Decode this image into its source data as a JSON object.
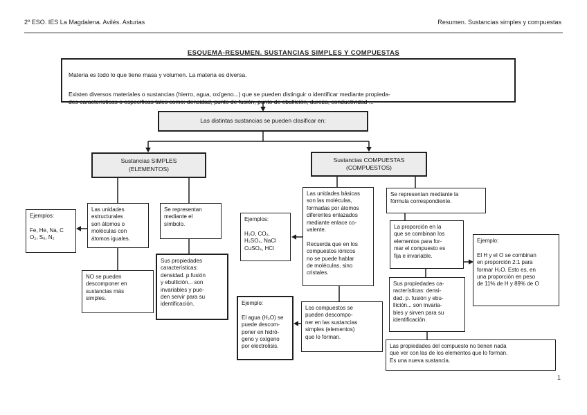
{
  "header": {
    "left": "2º ESO. IES La Magdalena. Avilés. Asturias",
    "right": "Resumen. Sustancias simples y compuestas"
  },
  "title": "ESQUEMA-RESUMEN. SUSTANCIAS SIMPLES Y COMPUESTAS",
  "intro": {
    "para1": "Materia es todo lo que tiene masa y volumen. La materia es diversa.",
    "para2": "Existen diversos materiales o sustancias (hierro, agua, oxígeno...) que se pueden distinguir o identificar mediante propieda-\ndes características o específicas tales como: densidad, punto de fusión, punto de ebullición, dureza, conductividad ..."
  },
  "classification": {
    "label": "Las  distintas sustancias se pueden clasificar en:"
  },
  "simple_branch": {
    "heading": "Sustancias SIMPLES\n(ELEMENTOS)",
    "units": "Las unidades\nestructurales\nson átomos o\nmoléculas con\nátomos iguales.",
    "examples": "Ejemplos:\n\nFe, He, Na, C\nO₂, S₈, N₂",
    "no_decompose": "NO se pueden\ndescomponer en\nsustancias más\nsimples.",
    "symbol": "Se representan\nmediante el\nsímbolo.",
    "properties": "Sus propiedades\ncaracterísticas:\ndensidad. p.fusión\ny ebullición... son\ninvariables y pue-\nden servir para su\nidentificación."
  },
  "compound_branch": {
    "heading": "Sustancias COMPUESTAS\n(COMPUESTOS)",
    "units": "Las unidades básicas\nson las moléculas,\nformadas por átomos\ndiferentes enlazados\nmediante enlace co-\nvalente.\n\nRecuerda que en los\ncompuestos iónicos\nno se puede hablar\nde moléculas, sino\ncristales.",
    "examples": "Ejemplos:\n\nH₂O, CO₂,\nH₂SO₄, NaCl\nCuSO₄, HCl",
    "electrolysis_example": "Ejemplo:\n\nEl agua (H₂O) se\npuede descom-\nponer en hidró-\ngeno y oxígeno\npor electrolisis.",
    "decompose": "Los compuestos se\npueden descompo-\nner en las sustancias\nsimples (elementos)\nque lo forman.",
    "formula": "Se representan mediante la\nfórmula correspondiente.",
    "proportion": "La proporción en la\nque se combinan los\nelementos para for-\nmar el compuesto es\nfija e invariable.",
    "proportion_example": "Ejemplo:\n\nEl H y el O se combinan\nen proporción 2:1 para\nformar H₂O. Esto es, en\nuna proporción en peso\nde 11% de H y 89% de O",
    "properties": "Sus propiedades ca-\nracterísticas: densi-\ndad. p. fusión y ebu-\nllición... son invaria-\nbles y sirven para su\nidentificación.",
    "new_substance": "Las propiedades del compuesto no tienen nada\nque ver con las de los elementos que lo forman.\nEs una nueva sustancia."
  },
  "page": {
    "number": "1"
  },
  "colors": {
    "background": "#ffffff",
    "box_fill_gray": "#ececec",
    "line": "#1a1a1a"
  }
}
